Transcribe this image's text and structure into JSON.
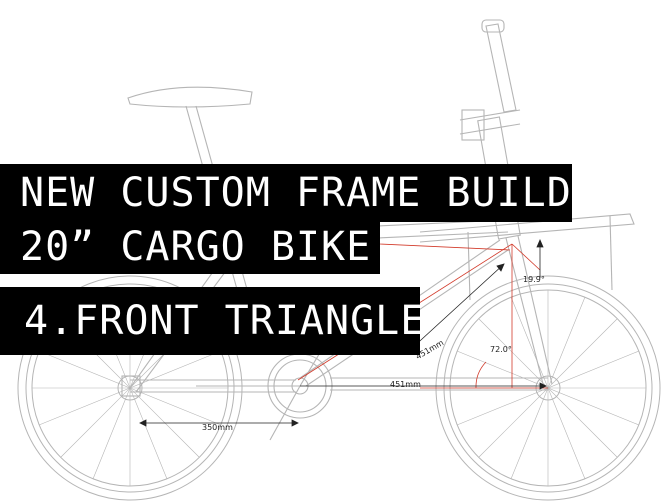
{
  "title": {
    "line1": "NEW CUSTOM FRAME BUILD",
    "line2": "20” CARGO BIKE"
  },
  "subtitle": "4.FRONT TRIANGLE",
  "dimensions": {
    "head_tube_angle": "19.9°",
    "seat_angle": "72.0°",
    "diagonal": "451mm",
    "horizontal": "451mm",
    "chainstay": "350mm"
  },
  "colors": {
    "banner_bg": "#000000",
    "banner_text": "#ffffff",
    "frame_line": "#b5b5b5",
    "dimension_red": "#d23a2a"
  }
}
